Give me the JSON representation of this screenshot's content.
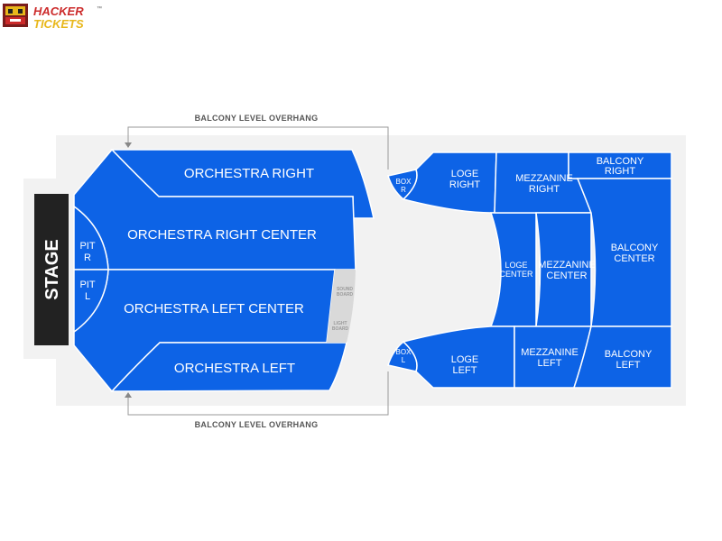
{
  "brand": {
    "line1": "HACKER",
    "line2": "TICKETS",
    "tm": "™",
    "line1_color": "#cc2a2a",
    "line2_color": "#e8b71b"
  },
  "colors": {
    "section": "#0d63e6",
    "section_stroke": "#ffffff",
    "floor": "#f2f2f2",
    "stage": "#222222",
    "sound_board": "#d9d9d9",
    "overhang_line": "#9a9a9a"
  },
  "overhang": {
    "top": "BALCONY LEVEL OVERHANG",
    "bottom": "BALCONY LEVEL OVERHANG"
  },
  "stage": {
    "label": "STAGE"
  },
  "booth": {
    "sound": [
      "SOUND",
      "BOARD"
    ],
    "light": [
      "LIGHT",
      "BOARD"
    ]
  },
  "sections": {
    "orchestra_right": [
      "ORCHESTRA RIGHT"
    ],
    "orchestra_right_center": [
      "ORCHESTRA RIGHT CENTER"
    ],
    "orchestra_left_center": [
      "ORCHESTRA LEFT CENTER"
    ],
    "orchestra_left": [
      "ORCHESTRA LEFT"
    ],
    "pit_r": [
      "PIT",
      "R"
    ],
    "pit_l": [
      "PIT",
      "L"
    ],
    "box_r": [
      "BOX",
      "R"
    ],
    "box_l": [
      "BOX",
      "L"
    ],
    "loge_right": [
      "LOGE",
      "RIGHT"
    ],
    "loge_center": [
      "LOGE",
      "CENTER"
    ],
    "loge_left": [
      "LOGE",
      "LEFT"
    ],
    "mezzanine_right": [
      "MEZZANINE",
      "RIGHT"
    ],
    "mezzanine_center": [
      "MEZZANINE",
      "CENTER"
    ],
    "mezzanine_left": [
      "MEZZANINE",
      "LEFT"
    ],
    "balcony_right": [
      "BALCONY",
      "RIGHT"
    ],
    "balcony_center": [
      "BALCONY",
      "CENTER"
    ],
    "balcony_left": [
      "BALCONY",
      "LEFT"
    ]
  }
}
